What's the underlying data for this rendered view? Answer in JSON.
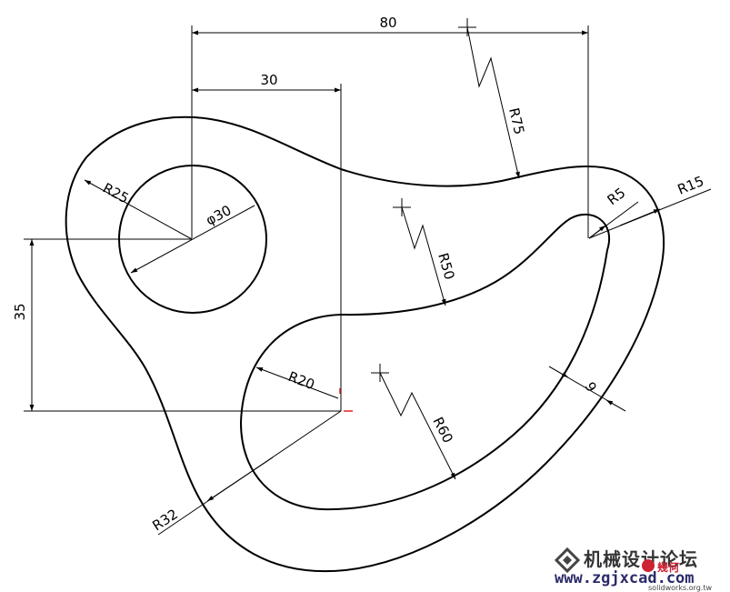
{
  "dimensions": {
    "width_80": "80",
    "width_30": "30",
    "height_35": "35",
    "radius_r25": "R25",
    "diameter_30": "φ30",
    "radius_r75": "R75",
    "radius_r50": "R50",
    "radius_r5": "R5",
    "radius_r15": "R15",
    "radius_r20": "R20",
    "radius_r60": "R60",
    "radius_r32": "R32",
    "thickness_9": "9"
  },
  "watermark": {
    "forum_name": "机械设计论坛",
    "url": "www.zgjxcad.com",
    "logo_text": "幾何",
    "sub_url": "solidworks.org.tw"
  },
  "colors": {
    "line": "#000000",
    "origin_marker": "#e02020"
  }
}
